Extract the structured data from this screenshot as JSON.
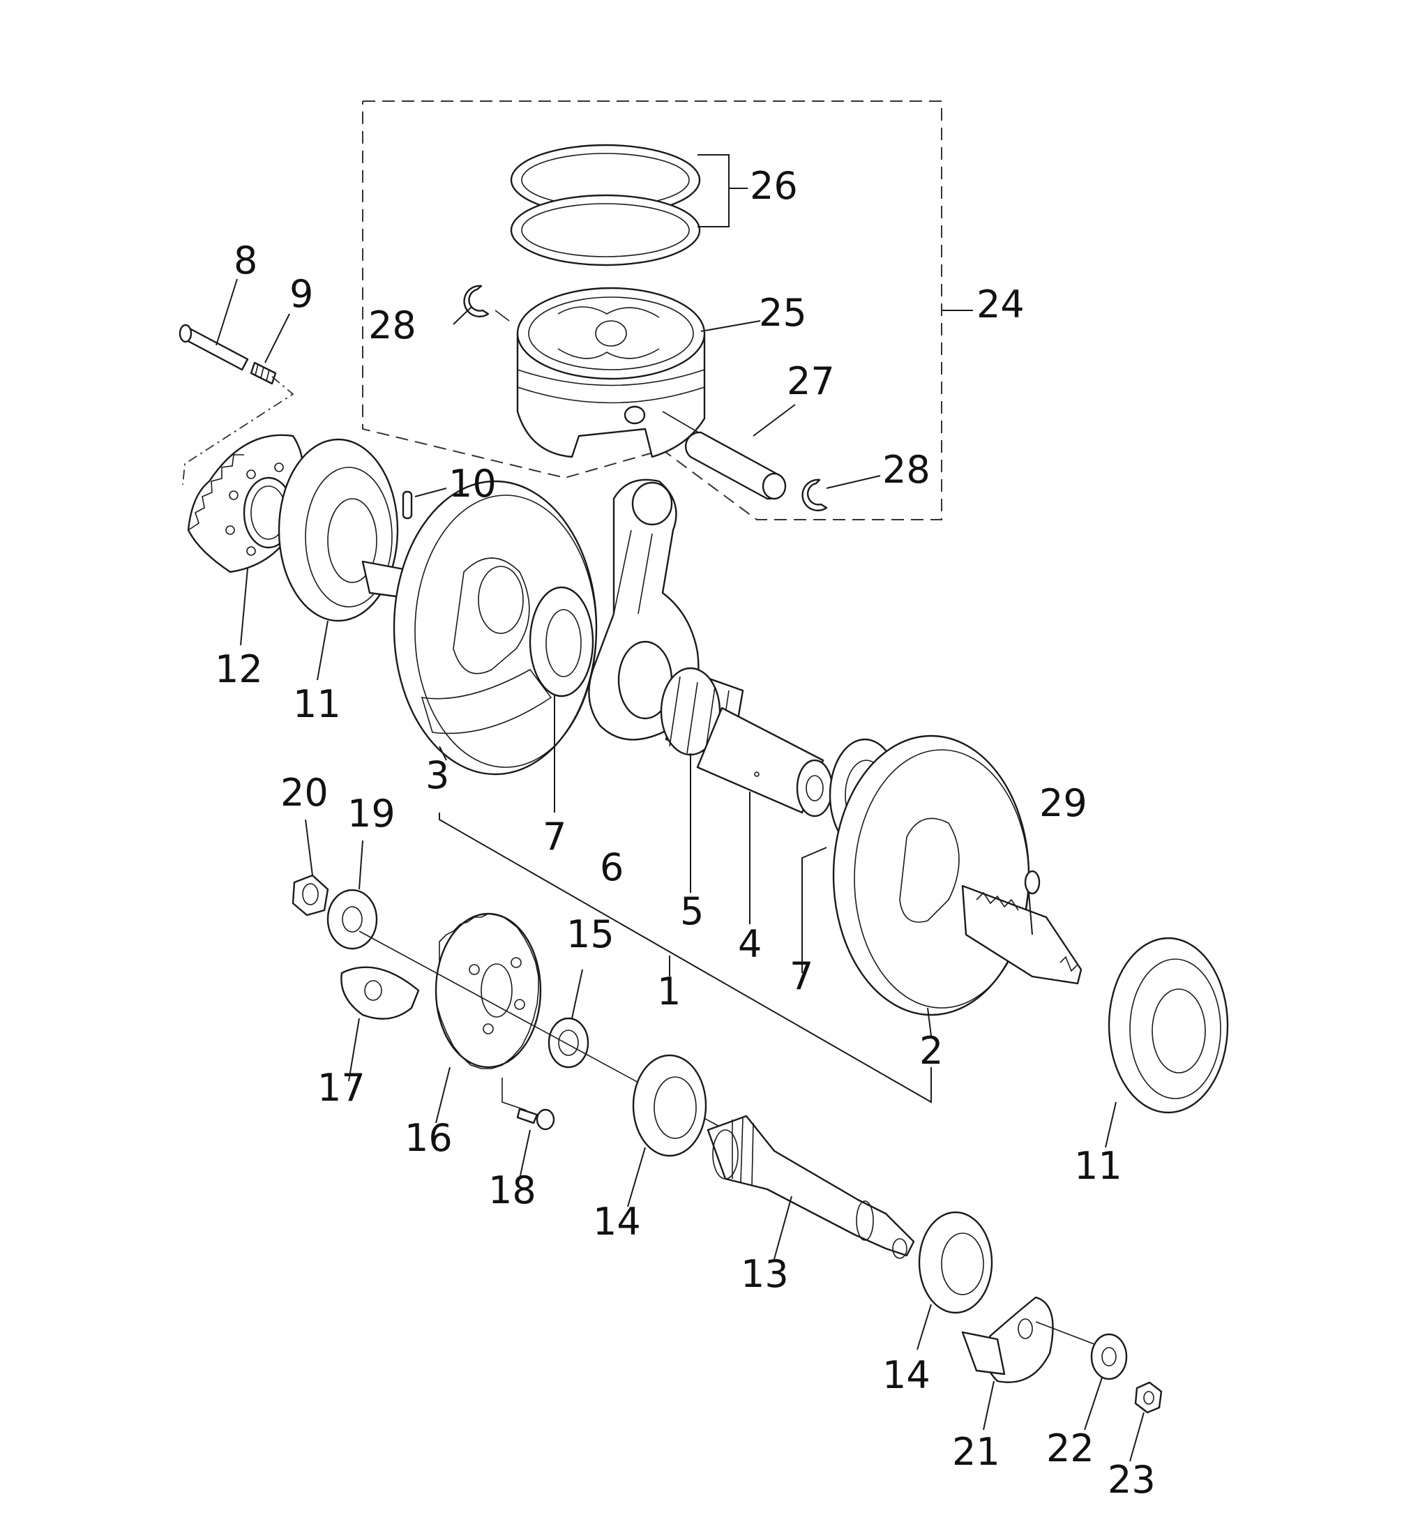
{
  "callouts": [
    {
      "key": "c1",
      "text": "1"
    },
    {
      "key": "c2",
      "text": "2"
    },
    {
      "key": "c3",
      "text": "3"
    },
    {
      "key": "c4",
      "text": "4"
    },
    {
      "key": "c5",
      "text": "5"
    },
    {
      "key": "c6",
      "text": "6"
    },
    {
      "key": "c7a",
      "text": "7"
    },
    {
      "key": "c7b",
      "text": "7"
    },
    {
      "key": "c8",
      "text": "8"
    },
    {
      "key": "c9",
      "text": "9"
    },
    {
      "key": "c10",
      "text": "10"
    },
    {
      "key": "c11a",
      "text": "11"
    },
    {
      "key": "c11b",
      "text": "11"
    },
    {
      "key": "c12",
      "text": "12"
    },
    {
      "key": "c13",
      "text": "13"
    },
    {
      "key": "c14a",
      "text": "14"
    },
    {
      "key": "c14b",
      "text": "14"
    },
    {
      "key": "c15",
      "text": "15"
    },
    {
      "key": "c16",
      "text": "16"
    },
    {
      "key": "c17",
      "text": "17"
    },
    {
      "key": "c18",
      "text": "18"
    },
    {
      "key": "c19",
      "text": "19"
    },
    {
      "key": "c20",
      "text": "20"
    },
    {
      "key": "c21",
      "text": "21"
    },
    {
      "key": "c22",
      "text": "22"
    },
    {
      "key": "c23",
      "text": "23"
    },
    {
      "key": "c24",
      "text": "24"
    },
    {
      "key": "c25",
      "text": "25"
    },
    {
      "key": "c26",
      "text": "26"
    },
    {
      "key": "c27",
      "text": "27"
    },
    {
      "key": "c28a",
      "text": "28"
    },
    {
      "key": "c28b",
      "text": "28"
    },
    {
      "key": "c29",
      "text": "29"
    }
  ]
}
